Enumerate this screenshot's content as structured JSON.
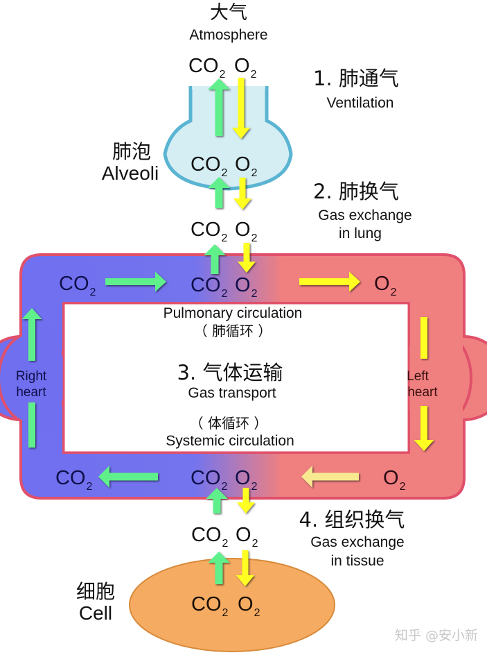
{
  "colors": {
    "venous": "#6f6ff0",
    "arterial": "#f08080",
    "vessel_border": "#e0506a",
    "alveoli_fill": "#d4eef4",
    "alveoli_border": "#5ab4d2",
    "cell_fill": "#f5ac62",
    "cell_border": "#d88a3a",
    "co2_arrow": "#5ef08c",
    "o2_arrow": "#ffff22",
    "o2_arrow_faded": "#f8e890",
    "text_dark": "#111111",
    "text_navy": "#10104a"
  },
  "atmosphere": {
    "zh": "大气",
    "en": "Atmosphere"
  },
  "alveoli": {
    "zh": "肺泡",
    "en": "Alveoli"
  },
  "cell": {
    "zh": "细胞",
    "en": "Cell"
  },
  "gases": {
    "co2": "CO",
    "o2": "O",
    "sub": "2"
  },
  "steps": [
    {
      "title": "1. 肺通气",
      "en_lines": [
        "Ventilation"
      ]
    },
    {
      "title": "2. 肺换气",
      "en_lines": [
        "Gas exchange",
        "in lung"
      ]
    },
    {
      "title": "3. 气体运输",
      "en_lines": [
        "Gas transport"
      ]
    },
    {
      "title": "4. 组织换气",
      "en_lines": [
        "Gas exchange",
        "in tissue"
      ]
    }
  ],
  "circulation": {
    "pulmonary_en": "Pulmonary circulation",
    "pulmonary_zh": "（ 肺循环 ）",
    "systemic_zh": "（ 体循环 ）",
    "systemic_en": "Systemic circulation"
  },
  "heart": {
    "right": [
      "Right",
      "heart"
    ],
    "left": [
      "Left",
      "heart"
    ]
  },
  "watermark": "知乎 @安小新"
}
